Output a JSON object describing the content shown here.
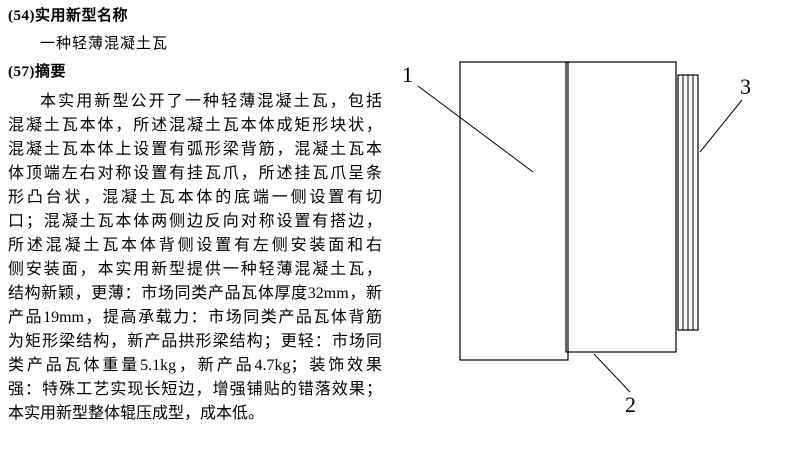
{
  "document": {
    "field54_label": "(54)实用新型名称",
    "title": "一种轻薄混凝土瓦",
    "field57_label": "(57)摘要",
    "abstract_lines": [
      "本实用新型公开了一种轻薄混凝土瓦，包括",
      "混凝土瓦本体，所述混凝土瓦本体成矩形块状，",
      "混凝土瓦本体上设置有弧形梁背筋，混凝土瓦本",
      "体顶端左右对称设置有挂瓦爪，所述挂瓦爪呈条",
      "形凸台状，混凝土瓦本体的底端一侧设置有切",
      "口；混凝土瓦本体两侧边反向对称设置有搭边，",
      "所述混凝土瓦本体背侧设置有左侧安装面和右",
      "侧安装面，本实用新型提供一种轻薄混凝土瓦，",
      "结构新颖，更薄：市场同类产品瓦体厚度32mm，新",
      "产品19mm，提高承载力：市场同类产品瓦体背筋",
      "为矩形梁结构，新产品拱形梁结构；更轻：市场同",
      "类产品瓦体重量5.1kg，新产品4.7kg；装饰效果",
      "强：特殊工艺实现长短边，增强铺贴的错落效果；",
      "本实用新型整体辊压成型，成本低。"
    ]
  },
  "figure": {
    "label_1": "1",
    "label_2": "2",
    "label_3": "3",
    "line_color": "#000000"
  }
}
